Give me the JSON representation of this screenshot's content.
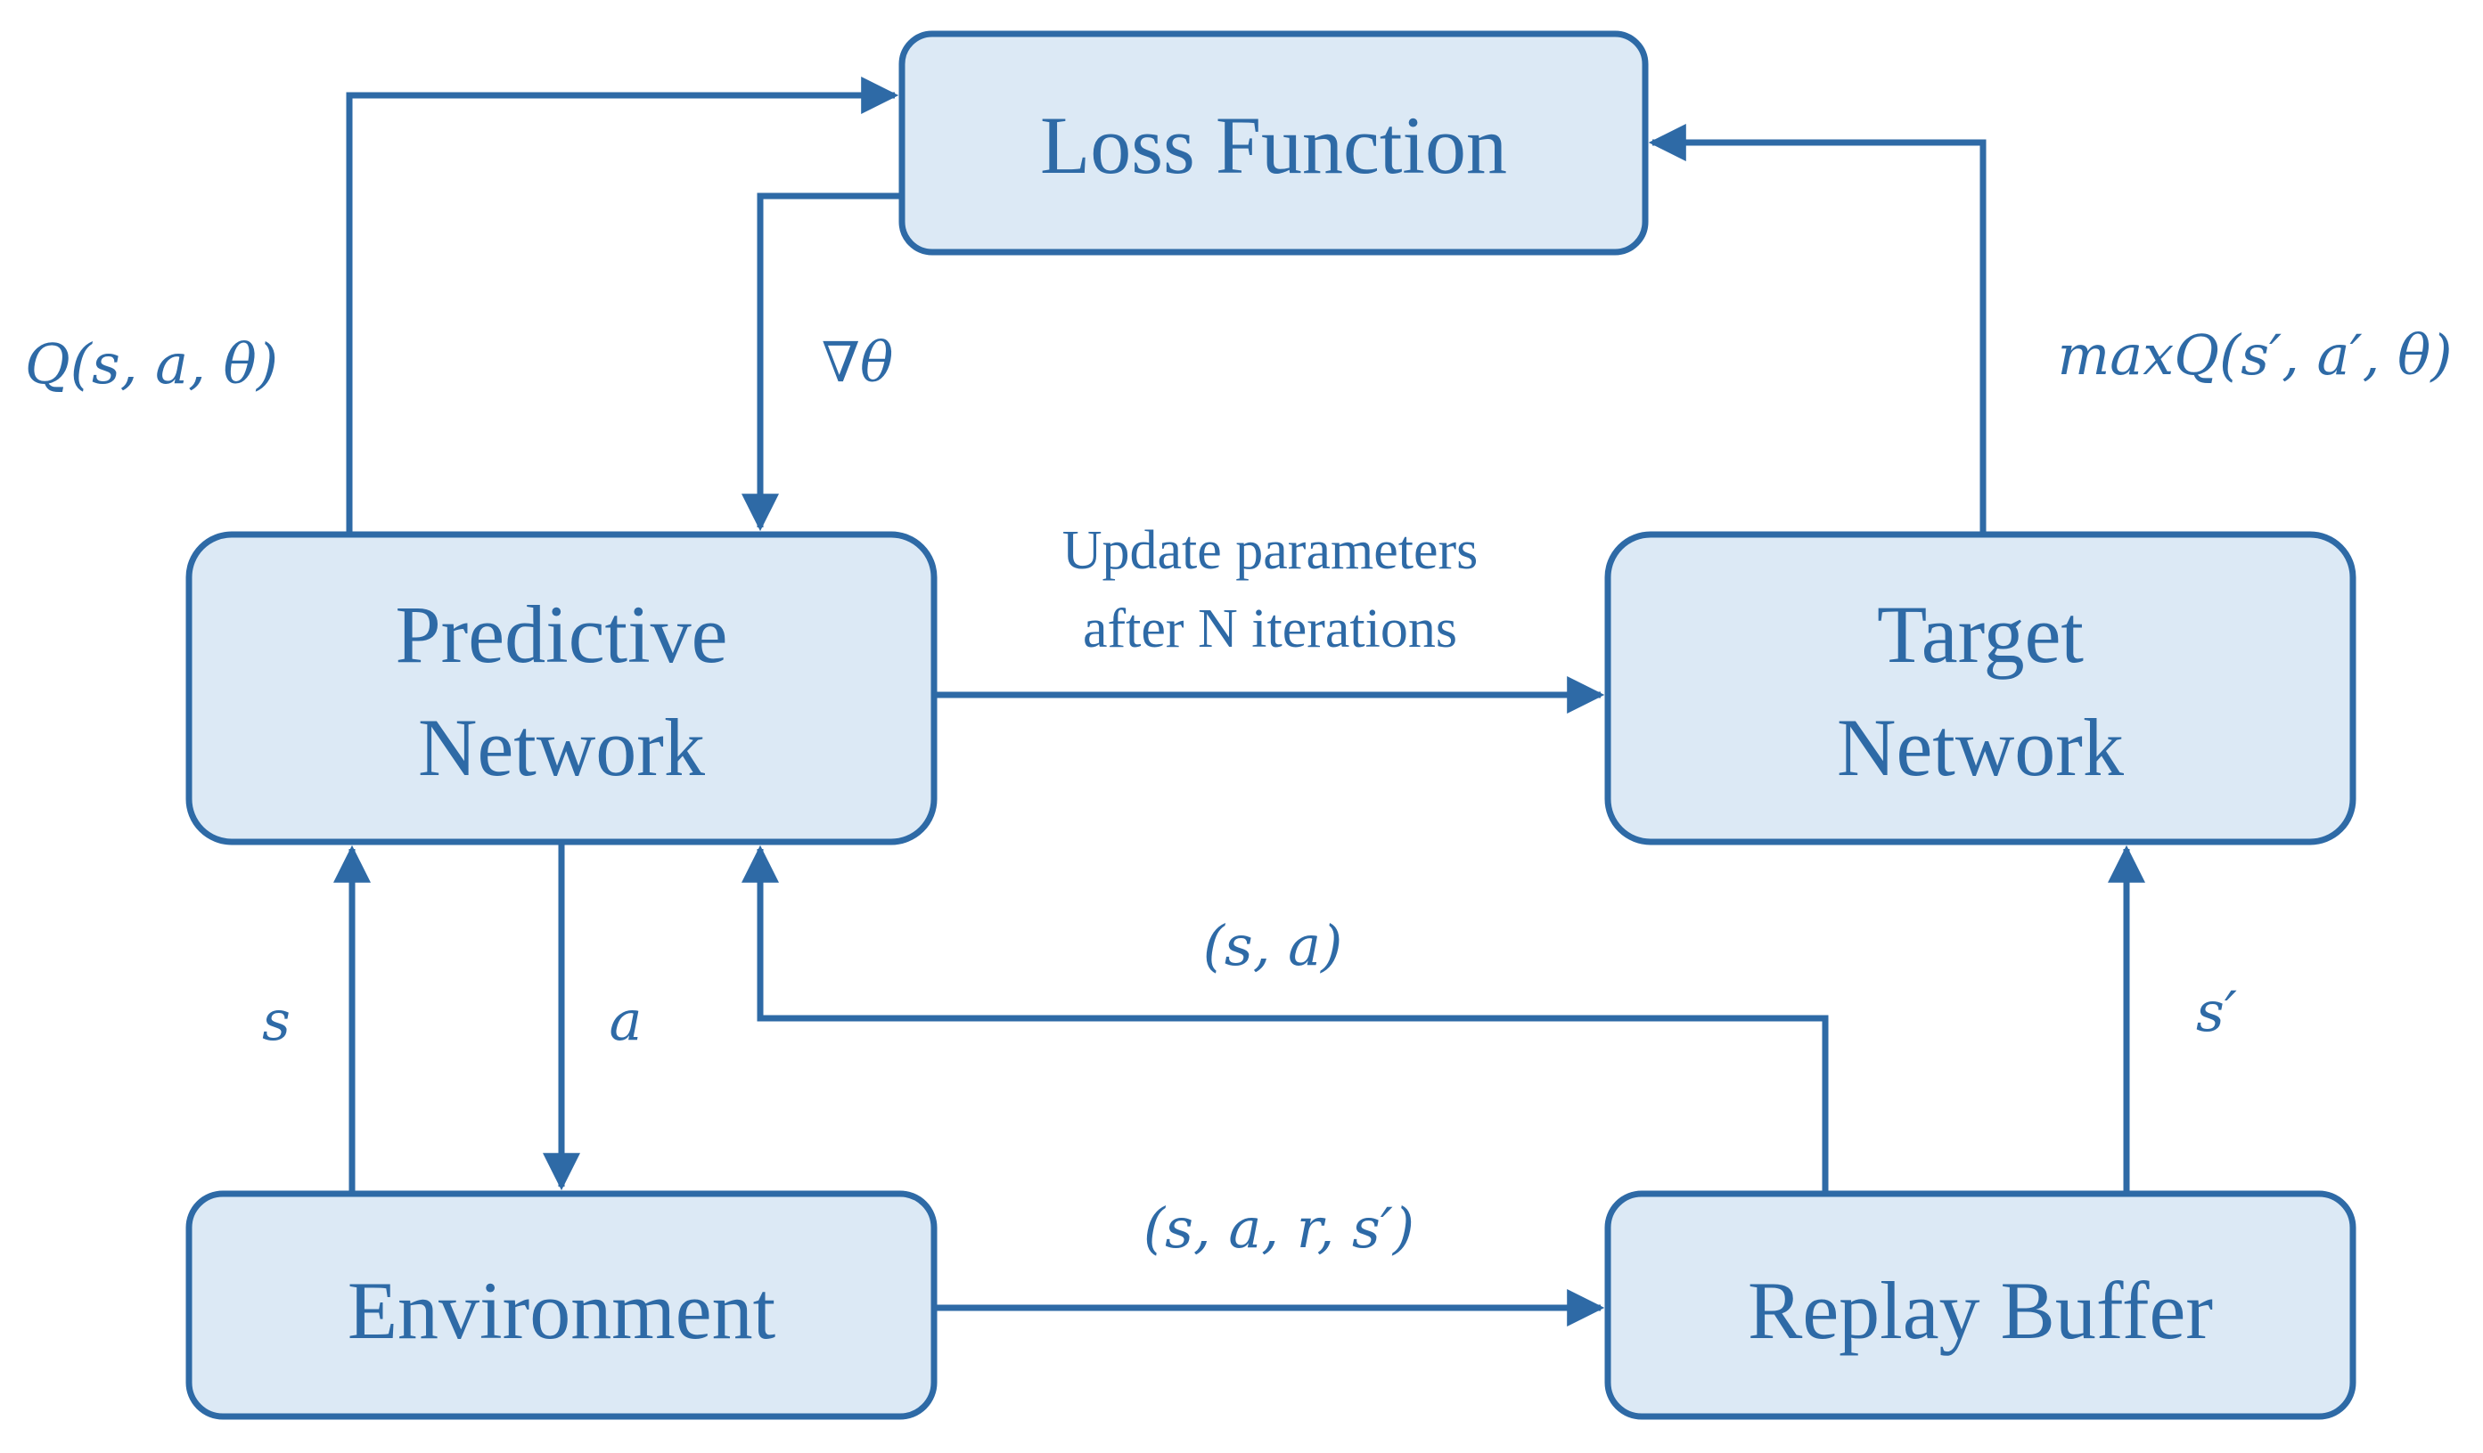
{
  "nodes": {
    "loss_function": "Loss Function",
    "predictive_network": [
      "Predictive",
      "Network"
    ],
    "target_network": [
      "Target",
      "Network"
    ],
    "environment": "Environment",
    "replay_buffer": "Replay Buffer"
  },
  "edges": {
    "q_value": "Q(s, a, θ)",
    "gradient": "∇θ",
    "update_note": [
      "Update parameters",
      "after N iterations"
    ],
    "max_q": "maxQ(s′, a′, θ)",
    "state": "s",
    "action": "a",
    "state_action": "(s, a)",
    "next_state": "s′",
    "transition": "(s, a, r, s′)"
  },
  "colors": {
    "stroke": "#2e6aa6",
    "fill": "#dce9f5"
  }
}
